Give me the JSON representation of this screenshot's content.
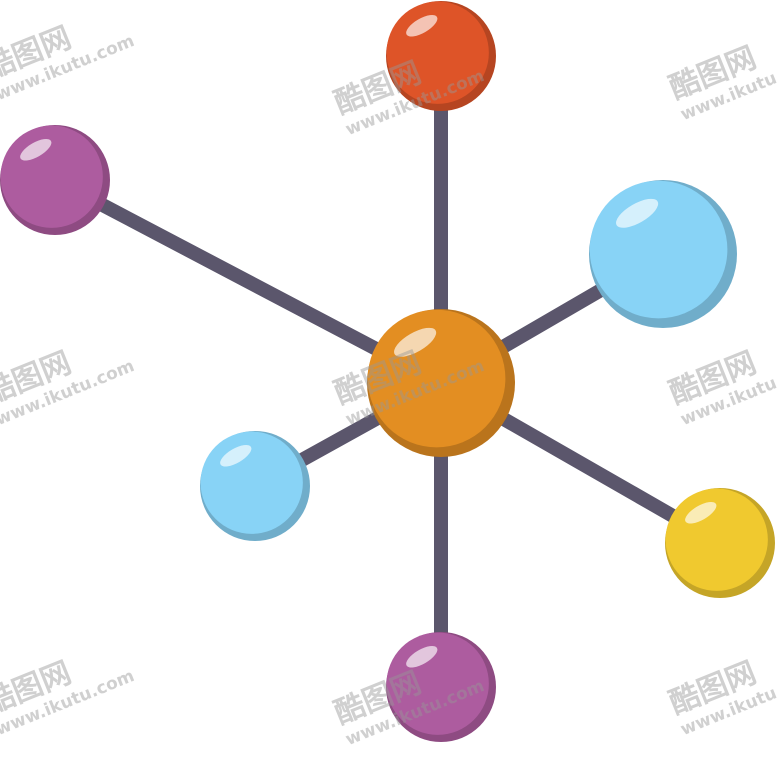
{
  "illustration": {
    "colors": {
      "bond": "#5b566c",
      "center": "#e38e22",
      "orange_red": "#de5428",
      "magenta": "#ad5c9f",
      "light_blue": "#88d3f6",
      "yellow": "#f0c92f",
      "highlight": "#ffffff"
    },
    "atoms": [
      {
        "name": "atom-top",
        "color": "orange_red"
      },
      {
        "name": "atom-left-upper",
        "color": "magenta"
      },
      {
        "name": "atom-right-upper",
        "color": "light_blue"
      },
      {
        "name": "atom-center",
        "color": "center"
      },
      {
        "name": "atom-left-lower",
        "color": "light_blue"
      },
      {
        "name": "atom-right-lower",
        "color": "yellow"
      },
      {
        "name": "atom-bottom",
        "color": "magenta"
      }
    ]
  },
  "watermark": {
    "logo_text": "酷图网",
    "url_text": "www.ikutu.com"
  }
}
